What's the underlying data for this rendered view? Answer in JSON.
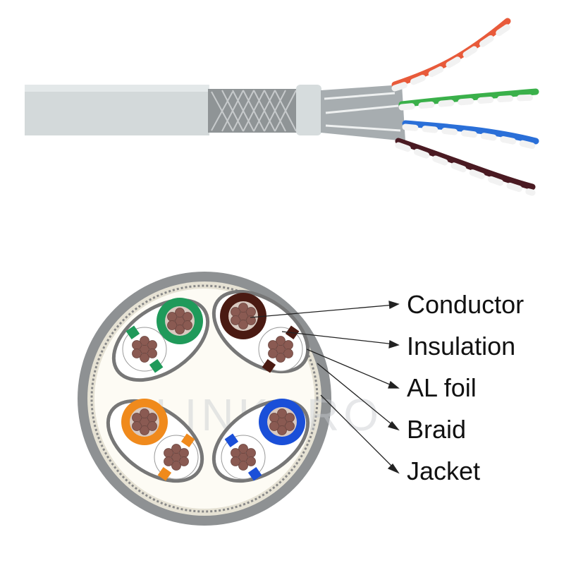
{
  "labels": {
    "conductor": "Conductor",
    "insulation": "Insulation",
    "al_foil": "AL foil",
    "braid": "Braid",
    "jacket": "Jacket"
  },
  "watermark": "LINKPRO",
  "colors": {
    "jacket": "#d3d9da",
    "pair1": "#1f9a5a",
    "pair2": "#4a1a12",
    "pair3": "#f08a1c",
    "pair4": "#1a4fd8",
    "conductor": "#8a5a52"
  }
}
